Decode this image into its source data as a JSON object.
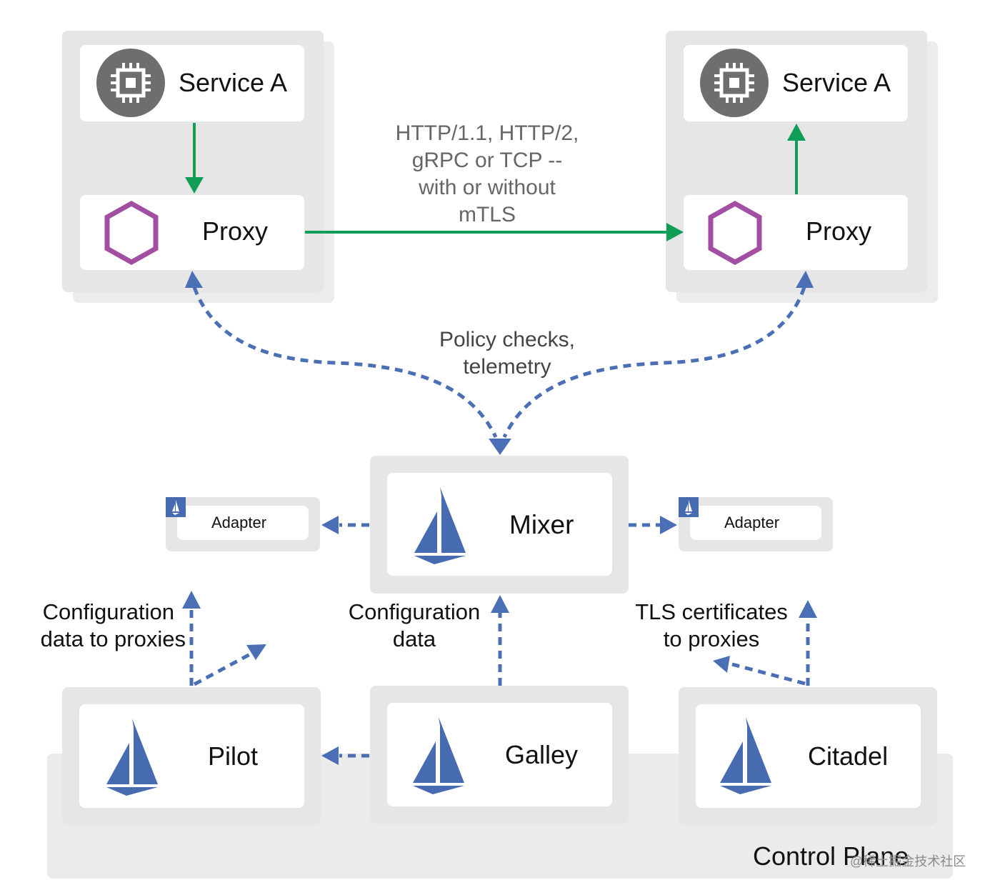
{
  "colors": {
    "panel_gray": "#e6e6e6",
    "card_white": "#ffffff",
    "data_plane_arrow": "#0f9d58",
    "control_arrow": "#4a6fb5",
    "istio_sail": "#466bb0",
    "proxy_hexagon": "#a24ea3",
    "service_icon_bg": "#6e6e6e"
  },
  "data_plane": {
    "left_pod": {
      "service": {
        "label": "Service A",
        "icon": "chip-icon"
      },
      "proxy": {
        "label": "Proxy",
        "icon": "hexagon-icon"
      }
    },
    "right_pod": {
      "service": {
        "label": "Service A",
        "icon": "chip-icon"
      },
      "proxy": {
        "label": "Proxy",
        "icon": "hexagon-icon"
      }
    },
    "protocol_note": [
      "HTTP/1.1, HTTP/2,",
      "gRPC or TCP --",
      "with or without",
      "mTLS"
    ],
    "policy_note": [
      "Policy checks,",
      "telemetry"
    ]
  },
  "control_plane": {
    "title": "Control Plane",
    "mixer": {
      "label": "Mixer",
      "icon": "istio-sail-icon"
    },
    "adapters": [
      {
        "label": "Adapter",
        "icon": "istio-sail-icon"
      },
      {
        "label": "Adapter",
        "icon": "istio-sail-icon"
      }
    ],
    "components": [
      {
        "label": "Pilot",
        "icon": "istio-sail-icon"
      },
      {
        "label": "Galley",
        "icon": "istio-sail-icon"
      },
      {
        "label": "Citadel",
        "icon": "istio-sail-icon"
      }
    ],
    "notes": {
      "pilot": [
        "Configuration",
        "data to proxies"
      ],
      "galley": [
        "Configuration",
        "data"
      ],
      "citadel": [
        "TLS certificates",
        "to proxies"
      ]
    }
  },
  "watermark": "@稀土掘金技术社区"
}
